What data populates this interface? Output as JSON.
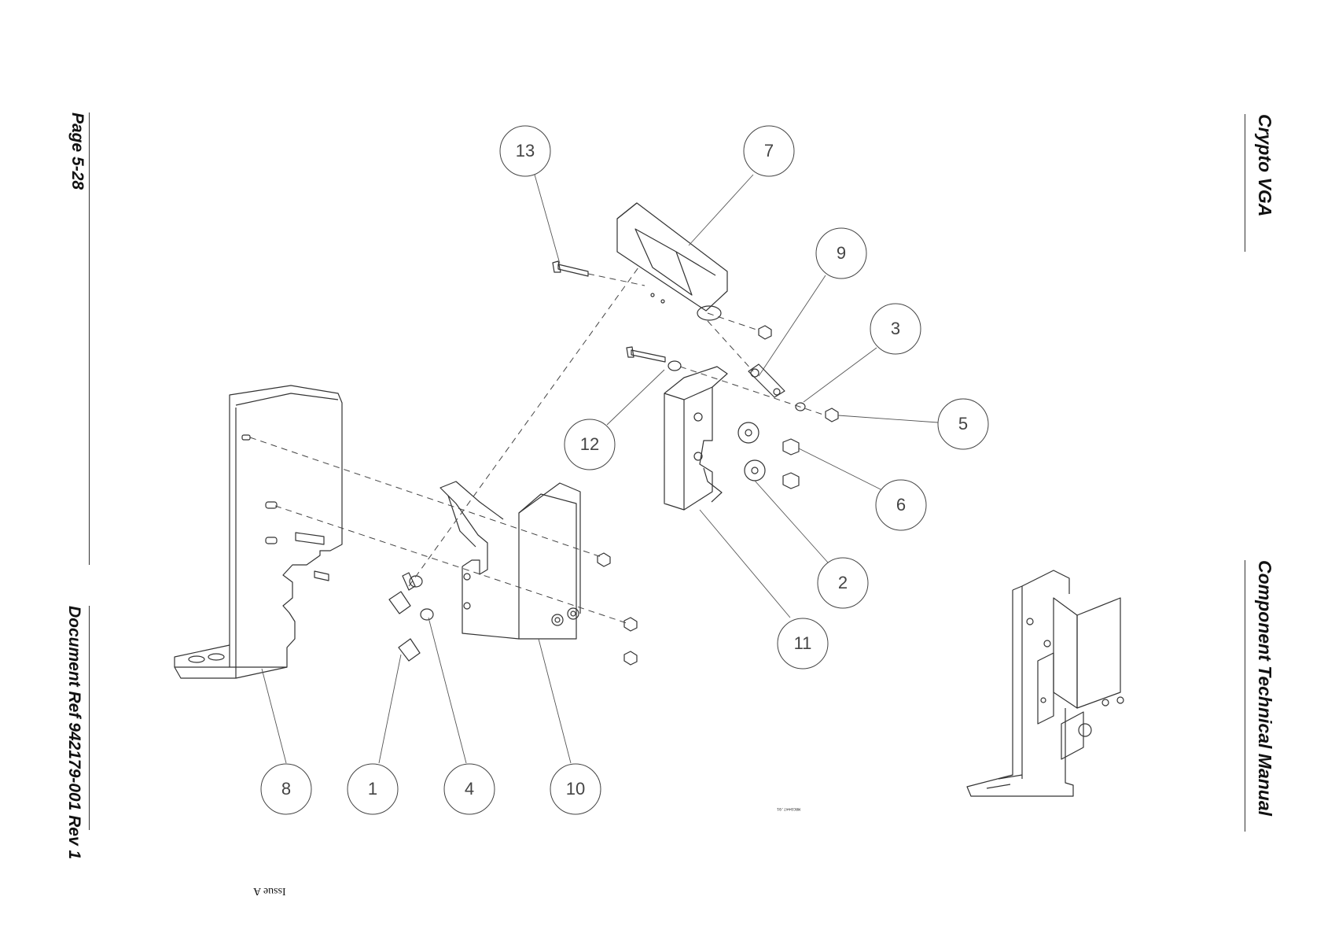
{
  "header": {
    "product": "Crypto VGA",
    "manual": "Component Technical Manual",
    "page": "Page 5-28",
    "doc_ref": "Document Ref 942179-001 Rev 1"
  },
  "footer": {
    "issue": "Issue A"
  },
  "drawing": {
    "callouts": [
      "1",
      "2",
      "3",
      "4",
      "5",
      "6",
      "7",
      "8",
      "9",
      "10",
      "11",
      "12",
      "13"
    ],
    "stamp": "MRC0447.01"
  },
  "colors": {
    "line": "#333333",
    "paper": "#ffffff"
  }
}
